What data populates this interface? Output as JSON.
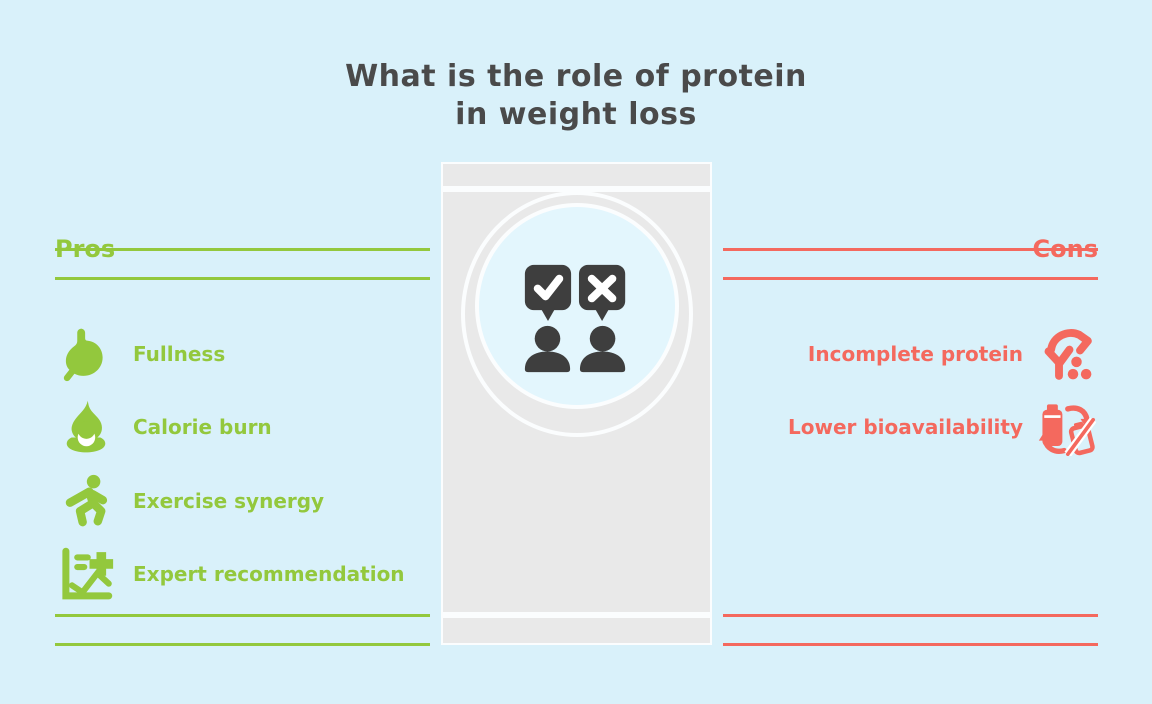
{
  "title": {
    "line1": "What is the role of protein",
    "line2": "in weight loss"
  },
  "colors": {
    "background": "#d9f1fa",
    "pros_accent": "#93c83d",
    "cons_accent": "#f4695e",
    "title_text": "#4a4a4a",
    "panel_gray": "#e9e9e9",
    "figure_dark": "#3e3e3e"
  },
  "pros": {
    "label": "Pros",
    "items": [
      {
        "label": "Fullness",
        "icon": "stomach-icon"
      },
      {
        "label": "Calorie burn",
        "icon": "flame-icon"
      },
      {
        "label": "Exercise synergy",
        "icon": "runner-icon"
      },
      {
        "label": "Expert recommendation",
        "icon": "chart-plus-icon"
      }
    ]
  },
  "cons": {
    "label": "Cons",
    "items": [
      {
        "label": "Incomplete protein",
        "icon": "incomplete-protein-icon"
      },
      {
        "label": "Lower bioavailability",
        "icon": "battery-recycle-icon"
      }
    ]
  },
  "center": {
    "icon": "discussion-check-cross-icon"
  }
}
